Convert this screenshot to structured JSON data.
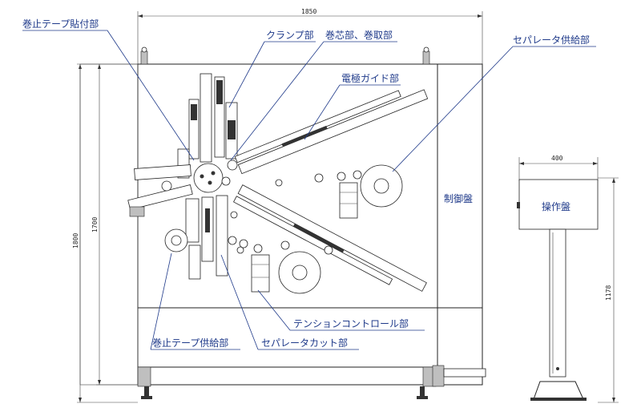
{
  "dimensions": {
    "frame_width": "1850",
    "frame_height_total": "1800",
    "frame_height_inner": "1700",
    "panel_width": "400",
    "panel_height": "1178"
  },
  "labels": {
    "tape_attach": "巻止テープ貼付部",
    "clamp": "クランプ部",
    "winding_core": "巻芯部、巻取部",
    "separator_feed": "セパレータ供給部",
    "electrode_guide": "電極ガイド部",
    "control_panel": "制御盤",
    "operation_panel": "操作盤",
    "tension_control": "テンションコントロール部",
    "tape_feed": "巻止テープ供給部",
    "separator_cut": "セパレータカット部"
  },
  "colors": {
    "label": "#1f3a8a",
    "drawing": "#222222"
  }
}
